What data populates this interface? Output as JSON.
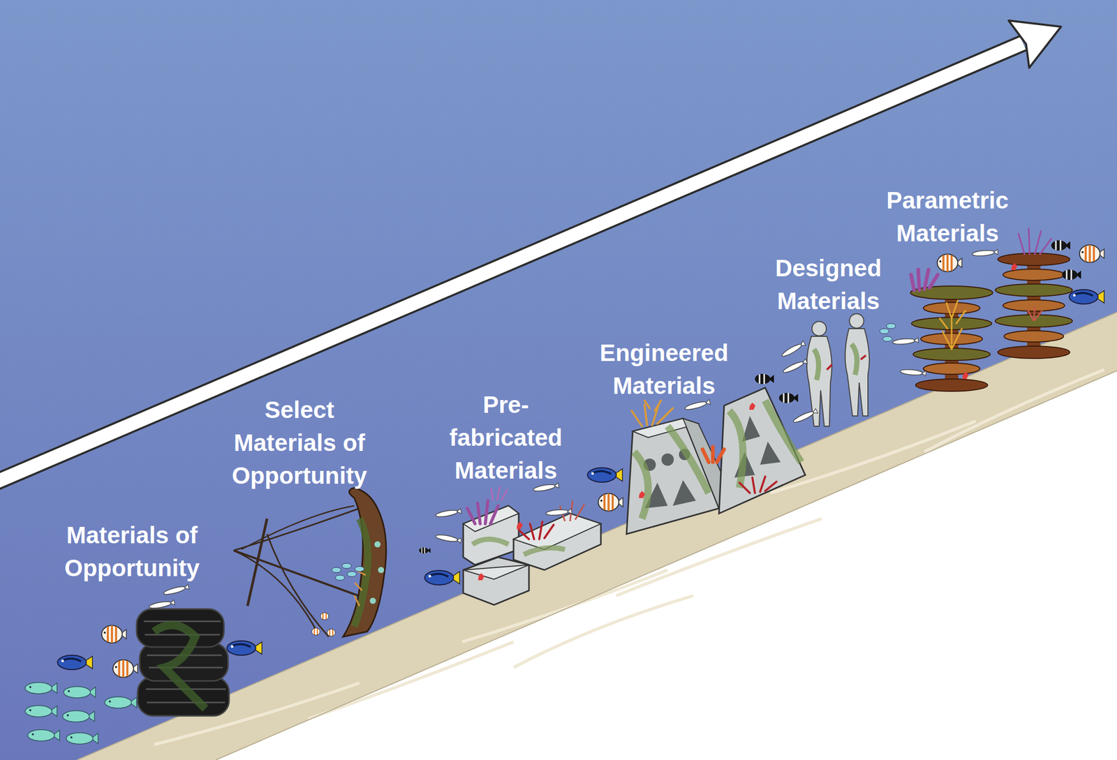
{
  "diagram": {
    "labels": [
      "Materials of Opportunity",
      "Select Materials of Opportunity",
      "Pre- fabricated Materials",
      "Engineered Materials",
      "Designed Materials",
      "Parametric Materials"
    ]
  }
}
